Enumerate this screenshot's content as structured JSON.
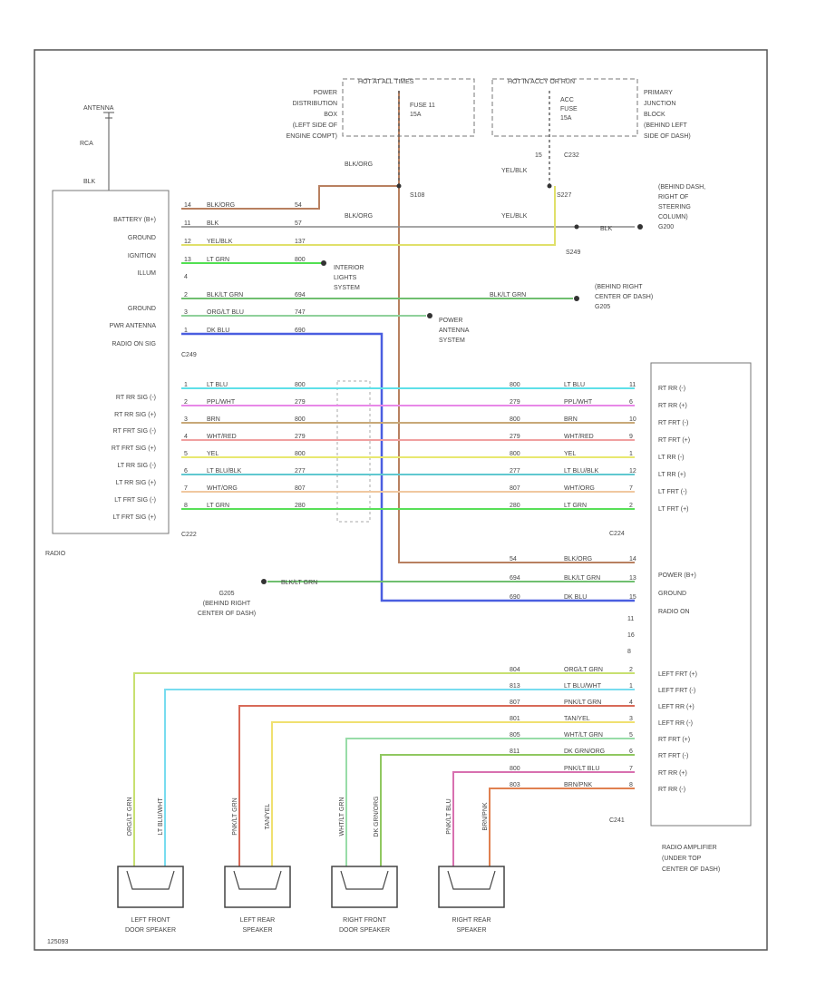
{
  "title": "",
  "footer_code": "125093",
  "fuses": {
    "left_header": "HOT AT ALL TIMES",
    "right_header": "HOT IN ACCY OR RUN",
    "left_label": [
      "POWER",
      "DISTRIBUTION",
      "BOX",
      "(LEFT SIDE OF",
      "ENGINE COMPT)"
    ],
    "right_label": [
      "PRIMARY",
      "JUNCTION",
      "BLOCK",
      "(BEHIND LEFT",
      "SIDE OF DASH)"
    ],
    "fuse_left": [
      "FUSE 11",
      "15A"
    ],
    "fuse_right": [
      "ACC",
      "FUSE",
      "15A"
    ],
    "splice_left": "S108",
    "splice_right": "S227",
    "conn_c232": "C232",
    "wire_blk_org": "BLK/ORG",
    "wire_yel_blk": "YEL/BLK",
    "pin_15": "15"
  },
  "antenna": {
    "label": "ANTENNA",
    "wire1": "RCA",
    "wire2": "BLK"
  },
  "radio": {
    "name": "RADIO",
    "conn_top": "C249",
    "conn_bottom": "C222",
    "upper_pins": [
      "BATTERY (B+)",
      "GROUND",
      "IGNITION",
      "ILLUM",
      "",
      "GROUND",
      "PWR ANTENNA",
      "RADIO ON SIG"
    ],
    "lower_pins": [
      "RT RR SIG (-)",
      "RT RR SIG (+)",
      "RT FRT SIG (-)",
      "RT FRT SIG (+)",
      "LT RR SIG (-)",
      "LT RR SIG (+)",
      "LT FRT SIG (-)",
      "LT FRT SIG (+)"
    ]
  },
  "upper_wires": [
    {
      "pin": "14",
      "color": "BLK/ORG",
      "circuit": "54",
      "hex": "#b88060"
    },
    {
      "pin": "11",
      "color": "BLK",
      "circuit": "57",
      "hex": "#888888"
    },
    {
      "pin": "12",
      "color": "YEL/BLK",
      "circuit": "137",
      "hex": "#e0e06a"
    },
    {
      "pin": "13",
      "color": "LT GRN",
      "circuit": "800",
      "hex": "#52e052"
    },
    {
      "pin": "4",
      "color": "",
      "circuit": "",
      "hex": "#ffffff"
    },
    {
      "pin": "2",
      "color": "BLK/LT GRN",
      "circuit": "694",
      "hex": "#6fbf6f"
    },
    {
      "pin": "3",
      "color": "ORG/LT BLU",
      "circuit": "747",
      "hex": "#8fd09a"
    },
    {
      "pin": "1",
      "color": "DK BLU",
      "circuit": "690",
      "hex": "#4a5ee0"
    }
  ],
  "lower_wires": [
    {
      "pin": "1",
      "color": "LT BLU",
      "circuit": "800",
      "hex": "#5ee0e8"
    },
    {
      "pin": "2",
      "color": "PPL/WHT",
      "circuit": "279",
      "hex": "#e888e8"
    },
    {
      "pin": "3",
      "color": "BRN",
      "circuit": "800",
      "hex": "#c8a878"
    },
    {
      "pin": "4",
      "color": "WHT/RED",
      "circuit": "279",
      "hex": "#f0a0a0"
    },
    {
      "pin": "5",
      "color": "YEL",
      "circuit": "800",
      "hex": "#e8e870"
    },
    {
      "pin": "6",
      "color": "LT BLU/BLK",
      "circuit": "277",
      "hex": "#60c8d0"
    },
    {
      "pin": "7",
      "color": "WHT/ORG",
      "circuit": "807",
      "hex": "#f0c8a0"
    },
    {
      "pin": "8",
      "color": "LT GRN",
      "circuit": "280",
      "hex": "#58e058"
    }
  ],
  "amp_lower_right_pins": [
    "11",
    "6",
    "10",
    "9",
    "1",
    "12",
    "7",
    "2"
  ],
  "amp_power_wires": [
    {
      "circuit": "54",
      "color": "BLK/ORG",
      "pin": "14",
      "label": "POWER (B+)"
    },
    {
      "circuit": "694",
      "color": "BLK/LT GRN",
      "pin": "13",
      "label": "GROUND"
    },
    {
      "circuit": "690",
      "color": "DK BLU",
      "pin": "15",
      "label": "RADIO ON"
    }
  ],
  "amp_extra_pins": [
    "11",
    "16",
    "8"
  ],
  "amplifier": {
    "upper_pins": [
      "RT RR (-)",
      "RT RR (+)",
      "RT FRT (-)",
      "RT FRT (+)",
      "LT RR (-)",
      "LT RR (+)",
      "LT FRT (-)",
      "LT FRT (+)"
    ],
    "lower_pins": [
      "LEFT FRT (+)",
      "LEFT FRT (-)",
      "LEFT RR (+)",
      "LEFT RR (-)",
      "RT FRT (+)",
      "RT FRT (-)",
      "RT RR (+)",
      "RT RR (-)"
    ],
    "conn_upper": "C224",
    "conn_lower": "C241",
    "label": [
      "RADIO AMPLIFIER",
      "(UNDER TOP",
      "CENTER OF DASH)"
    ]
  },
  "speaker_wires": [
    {
      "circuit": "804",
      "color": "ORG/LT GRN",
      "pin": "2",
      "hex": "#c8e070"
    },
    {
      "circuit": "813",
      "color": "LT BLU/WHT",
      "pin": "1",
      "hex": "#78dcef"
    },
    {
      "circuit": "807",
      "color": "PNK/LT GRN",
      "pin": "4",
      "hex": "#d86a58"
    },
    {
      "circuit": "801",
      "color": "TAN/YEL",
      "pin": "3",
      "hex": "#f0e070"
    },
    {
      "circuit": "805",
      "color": "WHT/LT GRN",
      "pin": "5",
      "hex": "#98dca8"
    },
    {
      "circuit": "811",
      "color": "DK GRN/ORG",
      "pin": "6",
      "hex": "#90c860"
    },
    {
      "circuit": "800",
      "color": "PNK/LT BLU",
      "pin": "7",
      "hex": "#d870b0"
    },
    {
      "circuit": "803",
      "color": "BRN/PNK",
      "pin": "8",
      "hex": "#e08050"
    }
  ],
  "ground_points": {
    "g1": [
      "(BEHIND DASH,",
      "RIGHT OF",
      "STEERING",
      "COLUMN)",
      "G200"
    ],
    "g1_wire": "BLK",
    "g1_node": "S249",
    "g2": [
      "(BEHIND RIGHT",
      "CENTER OF DASH)",
      "G205"
    ],
    "g2_wire": "BLK/LT GRN",
    "g3": [
      "G205",
      "(BEHIND RIGHT",
      "CENTER OF DASH)"
    ],
    "g3_wire": "BLK/LT GRN"
  },
  "system_refs": {
    "interior": [
      "INTERIOR",
      "LIGHTS",
      "SYSTEM"
    ],
    "power_antenna": [
      "POWER",
      "ANTENNA",
      "SYSTEM"
    ]
  },
  "speakers": [
    {
      "name": [
        "LEFT FRONT",
        "DOOR SPEAKER"
      ],
      "wires": [
        "ORG/LT GRN",
        "LT BLU/WHT"
      ]
    },
    {
      "name": [
        "LEFT REAR",
        "SPEAKER"
      ],
      "wires": [
        "PNK/LT GRN",
        "TAN/YEL"
      ]
    },
    {
      "name": [
        "RIGHT FRONT",
        "DOOR SPEAKER"
      ],
      "wires": [
        "WHT/LT GRN",
        "DK GRN/ORG"
      ]
    },
    {
      "name": [
        "RIGHT REAR",
        "SPEAKER"
      ],
      "wires": [
        "PNK/LT BLU",
        "BRN/PNK"
      ]
    }
  ]
}
